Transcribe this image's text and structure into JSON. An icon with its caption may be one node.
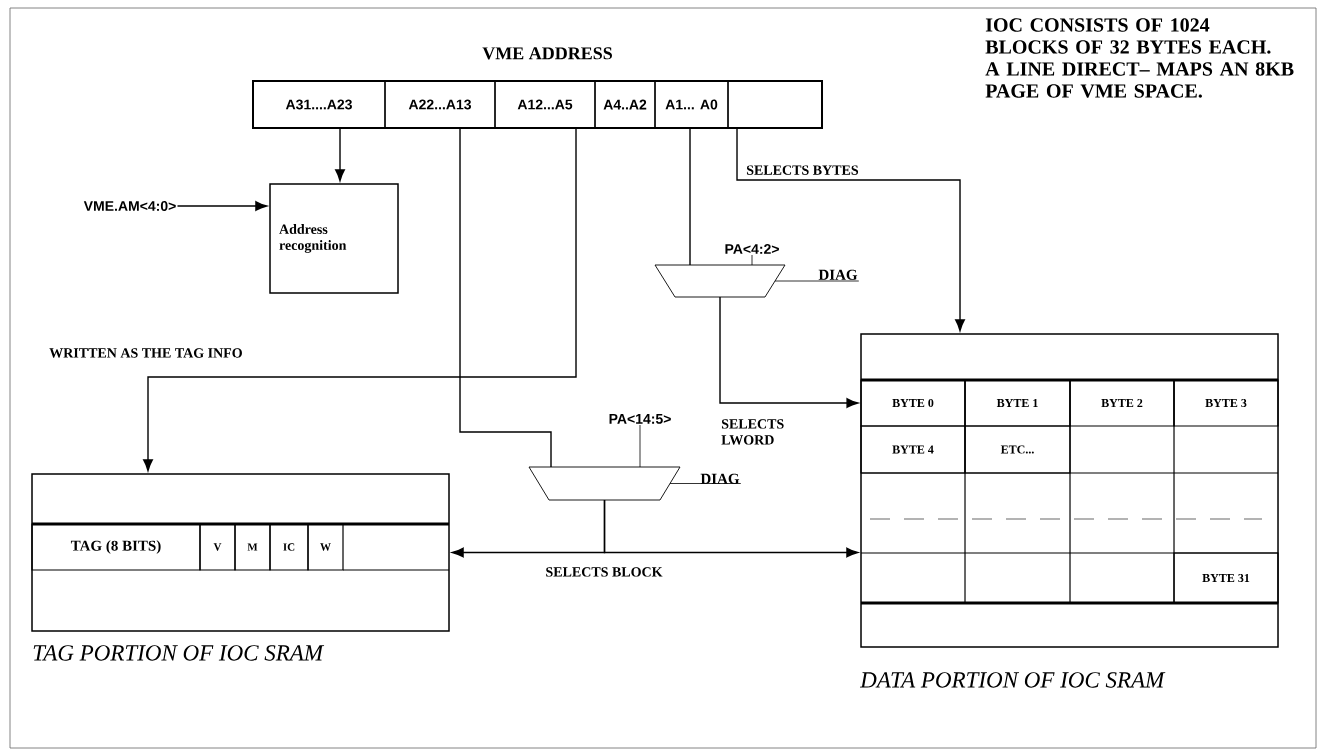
{
  "diagram": {
    "nodes": [
      {
        "text": [
          "VME ADDRESS"
        ]
      },
      {
        "text": [
          "A31....A23"
        ],
        "in": 0
      },
      {
        "text": [
          "A22...A13"
        ],
        "in": 0
      },
      {
        "text": [
          "A12...A5"
        ],
        "in": 0
      },
      {
        "text": [
          "A4..A2"
        ],
        "in": 0
      },
      {
        "text": [
          "A1... A0"
        ],
        "in": 0
      },
      {
        "text": [],
        "shape": "box",
        "in": 0
      },
      {
        "text": [
          "VME.AM<4:0>"
        ]
      },
      {
        "text": [
          "Address recognition"
        ]
      },
      {
        "text": [],
        "shape": "trapezoid"
      },
      {
        "text": [
          "PA<4:2>"
        ]
      },
      {
        "text": [
          "DIAG"
        ]
      },
      {
        "text": [],
        "shape": "trapezoid"
      },
      {
        "text": [
          "PA<14:5>"
        ]
      },
      {
        "text": [
          "DIAG"
        ]
      },
      {
        "text": [],
        "shape": "box",
        "beside": [
          "TAG PORTION OF IOC SRAM"
        ]
      },
      {
        "text": [
          "TAG (8 BITS)"
        ],
        "in": 15
      },
      {
        "text": [
          "V"
        ],
        "in": 15
      },
      {
        "text": [
          "M"
        ],
        "in": 15
      },
      {
        "text": [
          "IC"
        ],
        "in": 15
      },
      {
        "text": [
          "W"
        ],
        "in": 15
      },
      {
        "text": [],
        "shape": "box",
        "beside": [
          "DATA PORTION OF IOC SRAM"
        ]
      },
      {
        "text": [
          "BYTE 0"
        ],
        "in": 21
      },
      {
        "text": [
          "BYTE 1"
        ],
        "in": 21
      },
      {
        "text": [
          "BYTE 2"
        ],
        "in": 21
      },
      {
        "text": [
          "BYTE 3"
        ],
        "in": 21
      },
      {
        "text": [
          "BYTE 4"
        ],
        "in": 21
      },
      {
        "text": [
          "ETC..."
        ],
        "in": 21
      },
      {
        "text": [
          "BYTE 31"
        ],
        "in": 21
      }
    ],
    "edges": [
      {
        "from": 7,
        "to": 8,
        "arrow": "to"
      },
      {
        "from": 1,
        "to": 8,
        "arrow": "to"
      },
      {
        "from": 2,
        "to": 12,
        "arrow": "none"
      },
      {
        "from": 3,
        "to": 15,
        "arrow": "to",
        "label": "WRITTEN AS THE TAG INFO"
      },
      {
        "from": 5,
        "to": 9,
        "arrow": "none"
      },
      {
        "from": 6,
        "to": 21,
        "arrow": "to",
        "label": "SELECTS BYTES"
      },
      {
        "from": 10,
        "to": 9,
        "arrow": "none"
      },
      {
        "from": 11,
        "to": 9,
        "arrow": "none"
      },
      {
        "from": 9,
        "to": 22,
        "arrow": "to",
        "label": "SELECTS LWORD"
      },
      {
        "from": 13,
        "to": 12,
        "arrow": "none"
      },
      {
        "from": 14,
        "to": 12,
        "arrow": "none"
      },
      {
        "from": 12,
        "to": 15,
        "arrow": "to",
        "label": "SELECTS BLOCK"
      },
      {
        "from": 12,
        "to": 21,
        "arrow": "to"
      }
    ],
    "labels": [
      "IOC CONSISTS OF  1024 BLOCKS OF 32 BYTES EACH.  A LINE DIRECT– MAPS AN 8KB PAGE OF VME SPACE."
    ]
  }
}
